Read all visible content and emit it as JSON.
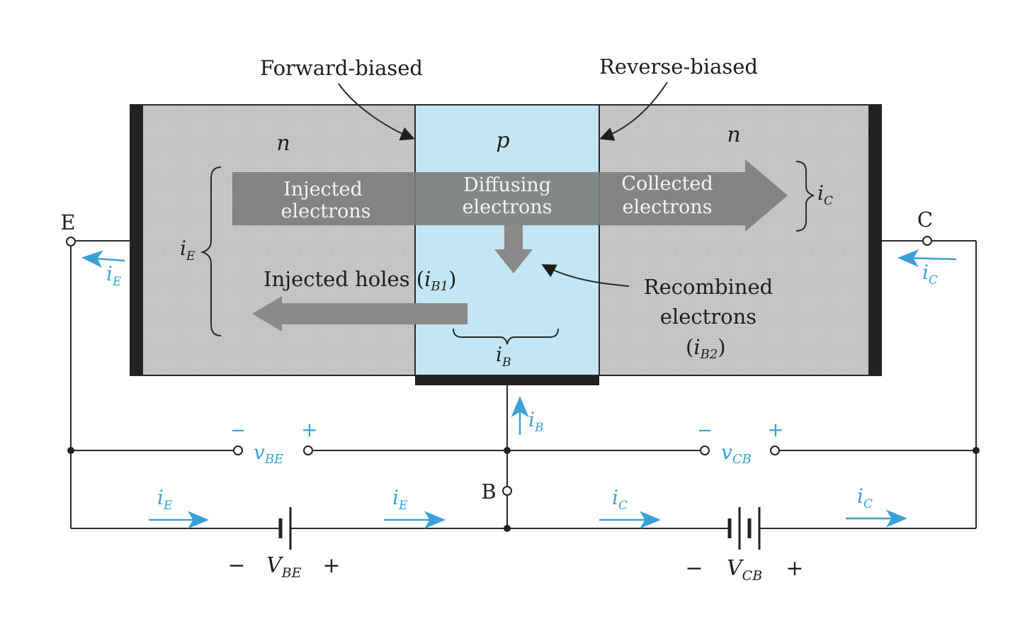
{
  "labels": {
    "forward_biased": "Forward-biased",
    "reverse_biased": "Reverse-biased",
    "emitter_region": "n",
    "base_region": "p",
    "collector_region": "n",
    "injected_electrons_1": "Injected",
    "injected_electrons_2": "electrons",
    "diffusing_electrons_1": "Diffusing",
    "diffusing_electrons_2": "electrons",
    "collected_electrons_1": "Collected",
    "collected_electrons_2": "electrons",
    "injected_holes": "Injected holes (",
    "injected_holes_sub_main": "i",
    "injected_holes_sub": "B1",
    "injected_holes_close": ")",
    "recombined_1": "Recombined",
    "recombined_2": "electrons",
    "recombined_3_open": "(",
    "recombined_3_main": "i",
    "recombined_3_sub": "B2",
    "recombined_3_close": ")",
    "terminal_e": "E",
    "terminal_c": "C",
    "terminal_b": "B",
    "current_main": "i",
    "sub_e": "E",
    "sub_c": "C",
    "sub_b": "B",
    "voltage_main": "v",
    "sub_be": "BE",
    "sub_cb": "CB",
    "supply_main": "V",
    "minus": "−",
    "plus": "+"
  },
  "colors": {
    "n_region": "#c4c4c4",
    "p_region": "#c2e6f3",
    "arrow": "#7a7a7a",
    "annotation": "#3aa0d8",
    "wire": "#2a2a2a"
  }
}
